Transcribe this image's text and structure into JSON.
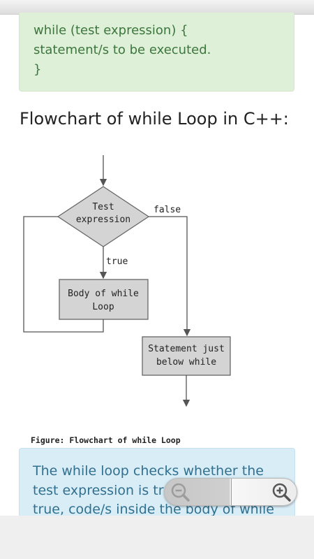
{
  "code_block": {
    "lines": [
      "while (test expression) {",
      "statement/s to be executed.",
      "}"
    ]
  },
  "heading": "Flowchart of while Loop in C++:",
  "flowchart": {
    "test_label_1": "Test",
    "test_label_2": "expression",
    "false_label": "false",
    "true_label": "true",
    "body_label_1": "Body of while",
    "body_label_2": "Loop",
    "stmt_label_1": "Statement just",
    "stmt_label_2": "below while",
    "caption": "Figure: Flowchart of while Loop"
  },
  "info_box": {
    "text": "The while loop checks whether the test expression is true or not. If it is true, code/s inside the body of while"
  },
  "zoom_controls": {
    "zoom_out_icon": "zoom-out-icon",
    "zoom_in_icon": "zoom-in-icon"
  },
  "colors": {
    "code_bg": "#dff0d8",
    "code_text": "#3c763d",
    "info_bg": "#d9edf7",
    "info_text": "#31708f"
  }
}
